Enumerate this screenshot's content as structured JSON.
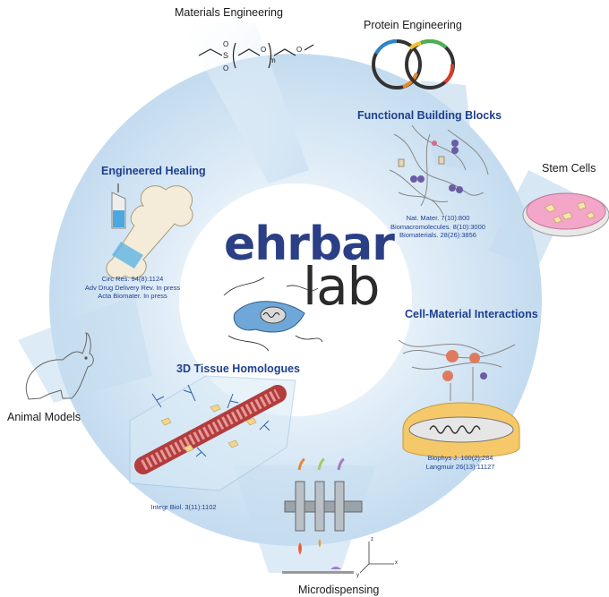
{
  "logo": {
    "line1": "ehrbar",
    "line2": "lab"
  },
  "outer_labels": {
    "materials": "Materials Engineering",
    "protein": "Protein Engineering",
    "stem_cells": "Stem Cells",
    "microdispensing": "Microdispensing",
    "animal_models": "Animal Models"
  },
  "chem_subscript": "m",
  "sections": {
    "functional": {
      "title": "Functional Building Blocks",
      "refs": [
        "Nat. Mater. 7(10):800",
        "Biomacromolecules. 8(10):3000",
        "Biomaterials. 28(26):3856"
      ]
    },
    "cell_material": {
      "title": "Cell-Material Interactions",
      "refs": [
        "Biophys J. 100(2):284",
        "Langmuir 26(13):11127"
      ]
    },
    "tissue": {
      "title": "3D Tissue Homologues",
      "refs": [
        "Integr Biol. 3(11):1102"
      ]
    },
    "healing": {
      "title": "Engineered Healing",
      "refs": [
        "Circ Res. 94(8):1124",
        "Adv Drug Delivery Rev. In press",
        "Acta Biomater. In press"
      ]
    }
  },
  "axes": {
    "x": "x",
    "y": "y",
    "z": "z"
  },
  "colors": {
    "ring": "#cfe3f3",
    "heading": "#1f3f8f",
    "logo_blue": "#2b3f86",
    "logo_dark": "#2b2b2b"
  }
}
